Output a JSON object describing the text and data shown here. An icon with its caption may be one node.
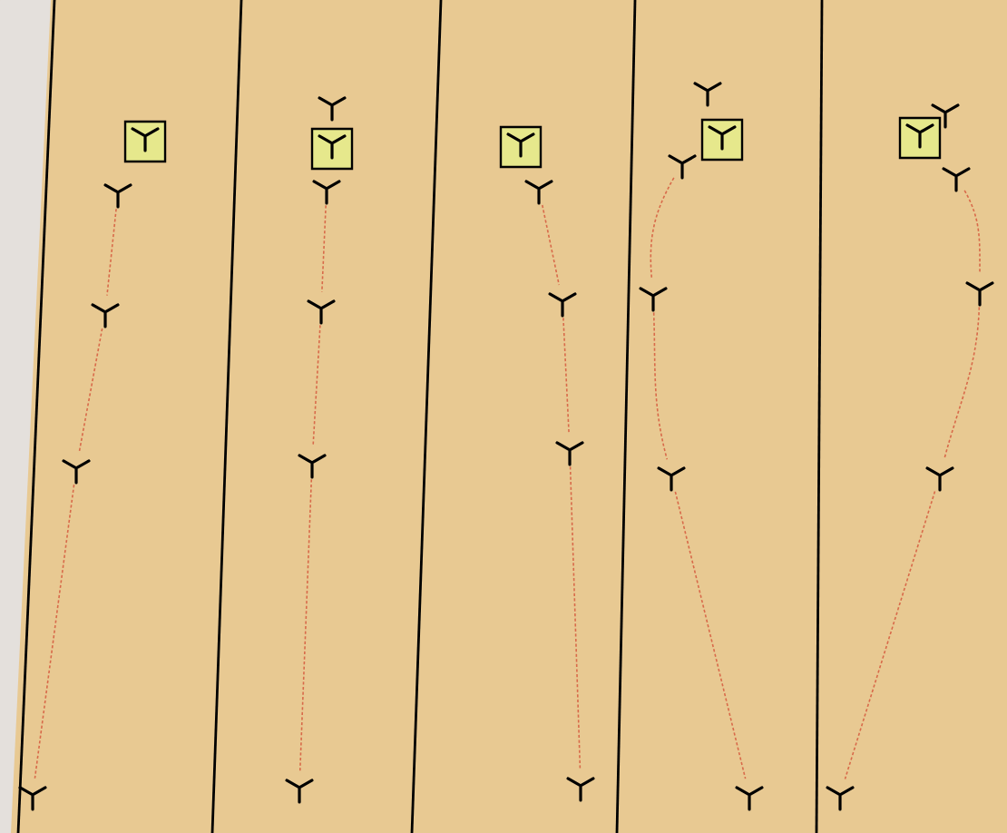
{
  "diagram": {
    "nodes": [
      {
        "text": [],
        "shape": "box"
      },
      {
        "text": [],
        "shape": "symbol"
      },
      {
        "text": [],
        "shape": "symbol"
      },
      {
        "text": [],
        "shape": "symbol"
      },
      {
        "text": [],
        "shape": "symbol"
      },
      {
        "text": [],
        "shape": "symbol"
      },
      {
        "text": [],
        "shape": "box"
      },
      {
        "text": [],
        "shape": "symbol"
      },
      {
        "text": [],
        "shape": "symbol"
      },
      {
        "text": [],
        "shape": "symbol"
      },
      {
        "text": [],
        "shape": "symbol"
      },
      {
        "text": [],
        "shape": "box"
      },
      {
        "text": [],
        "shape": "symbol"
      },
      {
        "text": [],
        "shape": "symbol"
      },
      {
        "text": [],
        "shape": "symbol"
      },
      {
        "text": [],
        "shape": "symbol"
      },
      {
        "text": [],
        "shape": "symbol"
      },
      {
        "text": [],
        "shape": "box"
      },
      {
        "text": [],
        "shape": "symbol"
      },
      {
        "text": [],
        "shape": "symbol"
      },
      {
        "text": [],
        "shape": "symbol"
      },
      {
        "text": [],
        "shape": "symbol"
      },
      {
        "text": [],
        "shape": "box"
      },
      {
        "text": [],
        "shape": "symbol"
      },
      {
        "text": [],
        "shape": "symbol"
      },
      {
        "text": [],
        "shape": "symbol"
      },
      {
        "text": [],
        "shape": "symbol"
      },
      {
        "text": [],
        "shape": "symbol"
      }
    ],
    "edges": [
      {
        "from": 1,
        "to": 2,
        "arrow": "none",
        "style": "dashed"
      },
      {
        "from": 2,
        "to": 3,
        "arrow": "none",
        "style": "dashed"
      },
      {
        "from": 3,
        "to": 4,
        "arrow": "none",
        "style": "dashed"
      },
      {
        "from": 7,
        "to": 8,
        "arrow": "none",
        "style": "dashed"
      },
      {
        "from": 8,
        "to": 9,
        "arrow": "none",
        "style": "dashed"
      },
      {
        "from": 9,
        "to": 10,
        "arrow": "none",
        "style": "dashed"
      },
      {
        "from": 12,
        "to": 13,
        "arrow": "none",
        "style": "dashed"
      },
      {
        "from": 13,
        "to": 14,
        "arrow": "none",
        "style": "dashed"
      },
      {
        "from": 14,
        "to": 15,
        "arrow": "none",
        "style": "dashed"
      },
      {
        "from": 18,
        "to": 19,
        "arrow": "none",
        "style": "dashed"
      },
      {
        "from": 19,
        "to": 20,
        "arrow": "none",
        "style": "dashed"
      },
      {
        "from": 20,
        "to": 21,
        "arrow": "none",
        "style": "dashed"
      },
      {
        "from": 24,
        "to": 25,
        "arrow": "none",
        "style": "dashed"
      },
      {
        "from": 25,
        "to": 26,
        "arrow": "none",
        "style": "dashed"
      },
      {
        "from": 26,
        "to": 27,
        "arrow": "none",
        "style": "dashed"
      }
    ]
  }
}
